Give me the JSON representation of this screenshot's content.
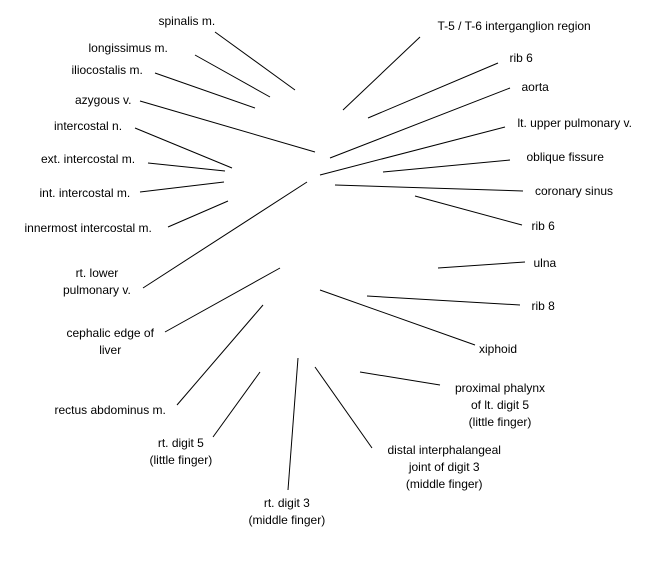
{
  "diagram": {
    "labels": [
      {
        "id": "spinalis",
        "lines": [
          "spinalis m."
        ]
      },
      {
        "id": "longissimus",
        "lines": [
          "longissimus m."
        ]
      },
      {
        "id": "iliocostalis",
        "lines": [
          "iliocostalis m."
        ]
      },
      {
        "id": "azygous",
        "lines": [
          "azygous v."
        ]
      },
      {
        "id": "intercostal-n",
        "lines": [
          "intercostal n."
        ]
      },
      {
        "id": "ext-intercostal",
        "lines": [
          "ext. intercostal m."
        ]
      },
      {
        "id": "int-intercostal",
        "lines": [
          "int. intercostal m."
        ]
      },
      {
        "id": "innermost-intercostal",
        "lines": [
          "innermost intercostal m."
        ]
      },
      {
        "id": "rt-lower-pulmonary",
        "lines": [
          "rt. lower",
          "pulmonary v."
        ]
      },
      {
        "id": "cephalic-edge-liver",
        "lines": [
          "cephalic edge of",
          "liver"
        ]
      },
      {
        "id": "rectus-abdominus",
        "lines": [
          "rectus abdominus m."
        ]
      },
      {
        "id": "rt-digit-5",
        "lines": [
          "rt. digit 5",
          "(little finger)"
        ]
      },
      {
        "id": "rt-digit-3",
        "lines": [
          "rt. digit 3",
          "(middle finger)"
        ]
      },
      {
        "id": "t5-t6",
        "lines": [
          "T-5 / T-6 interganglion region"
        ]
      },
      {
        "id": "rib-6-upper",
        "lines": [
          "rib 6"
        ]
      },
      {
        "id": "aorta",
        "lines": [
          "aorta"
        ]
      },
      {
        "id": "lt-upper-pulmonary",
        "lines": [
          "lt. upper pulmonary v."
        ]
      },
      {
        "id": "oblique-fissure",
        "lines": [
          "oblique fissure"
        ]
      },
      {
        "id": "coronary-sinus",
        "lines": [
          "coronary sinus"
        ]
      },
      {
        "id": "rib-6-lower",
        "lines": [
          "rib 6"
        ]
      },
      {
        "id": "ulna",
        "lines": [
          "ulna"
        ]
      },
      {
        "id": "rib-8",
        "lines": [
          "rib 8"
        ]
      },
      {
        "id": "xiphoid",
        "lines": [
          "xiphoid"
        ]
      },
      {
        "id": "proximal-phalynx",
        "lines": [
          "proximal phalynx",
          "of lt. digit 5",
          "(little finger)"
        ]
      },
      {
        "id": "distal-interphalangeal",
        "lines": [
          "distal interphalangeal",
          "joint of digit 3",
          "(middle finger)"
        ]
      }
    ]
  }
}
